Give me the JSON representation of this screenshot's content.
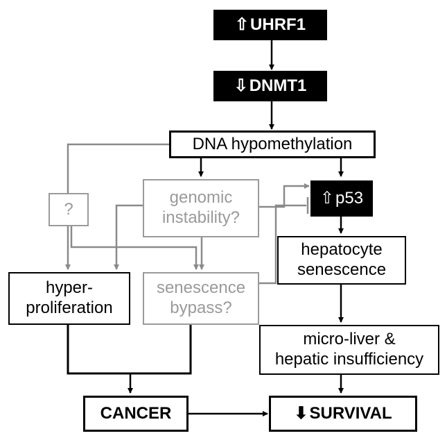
{
  "nodes": {
    "uhrf1": {
      "label": "UHRF1",
      "arrow": "⇧"
    },
    "dnmt1": {
      "label": "DNMT1",
      "arrow": "⇩"
    },
    "dna_hypomethylation": {
      "label": "DNA hypomethylation"
    },
    "question": {
      "label": "?"
    },
    "genomic_instability": {
      "line1": "genomic",
      "line2": "instability?"
    },
    "p53": {
      "label": "p53",
      "arrow": "⇧"
    },
    "hepatocyte_senescence": {
      "line1": "hepatocyte",
      "line2": "senescence"
    },
    "hyperproliferation": {
      "line1": "hyper-",
      "line2": "proliferation"
    },
    "senescence_bypass": {
      "line1": "senescence",
      "line2": "bypass?"
    },
    "micro_liver": {
      "line1": "micro-liver &",
      "line2": "hepatic insufficiency"
    },
    "cancer": {
      "label": "CANCER"
    },
    "survival": {
      "label": "SURVIVAL",
      "arrow": "⬇"
    }
  },
  "colors": {
    "black": "#000000",
    "gray": "#9a9a9a"
  }
}
